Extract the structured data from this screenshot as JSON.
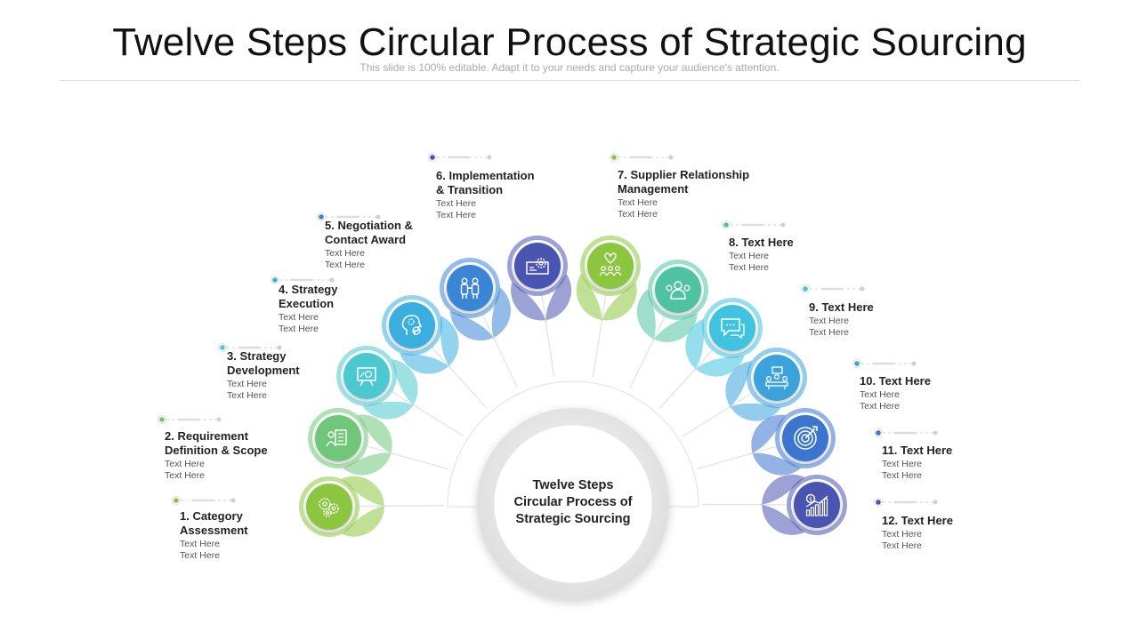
{
  "title": "Twelve Steps Circular Process of Strategic Sourcing",
  "subtitle": "This slide is 100% editable. Adapt it to your needs and capture your audience's attention.",
  "center_label": "Twelve Steps\nCircular Process of\nStrategic Sourcing",
  "colors": {
    "green": "#8cc63f",
    "teal": "#4fc3a1",
    "cyan": "#3fc3de",
    "blue": "#3a8fd9",
    "navy": "#4a55b0"
  },
  "steps": [
    {
      "title": "1. Category\nAssessment",
      "lines": [
        "Text Here",
        "Text Here"
      ],
      "icon": "gear-cluster-icon",
      "color": "#8cc63f"
    },
    {
      "title": "2. Requirement\nDefinition & Scope",
      "lines": [
        "Text Here",
        "Text Here"
      ],
      "icon": "person-checklist-icon",
      "color": "#6fc779"
    },
    {
      "title": "3. Strategy\nDevelopment",
      "lines": [
        "Text Here",
        "Text Here"
      ],
      "icon": "presentation-board-icon",
      "color": "#4cc8d0"
    },
    {
      "title": "4. Strategy\nExecution",
      "lines": [
        "Text Here",
        "Text Here"
      ],
      "icon": "head-gears-icon",
      "color": "#3aaee0"
    },
    {
      "title": "5. Negotiation &\nContact Award",
      "lines": [
        "Text Here",
        "Text Here"
      ],
      "icon": "handshake-people-icon",
      "color": "#3a85d6"
    },
    {
      "title": "6. Implementation\n& Transition",
      "lines": [
        "Text Here",
        "Text Here"
      ],
      "icon": "gear-board-icon",
      "color": "#4a55b0"
    },
    {
      "title": "7. Supplier Relationship\nManagement",
      "lines": [
        "Text Here",
        "Text Here"
      ],
      "icon": "team-heart-icon",
      "color": "#8cc63f"
    },
    {
      "title": "8. Text Here",
      "lines": [
        "Text Here",
        "Text Here"
      ],
      "icon": "users-group-icon",
      "color": "#4fc3a1"
    },
    {
      "title": "9. Text Here",
      "lines": [
        "Text Here",
        "Text Here"
      ],
      "icon": "chat-bubbles-icon",
      "color": "#3fc3de"
    },
    {
      "title": "10. Text Here",
      "lines": [
        "Text Here",
        "Text Here"
      ],
      "icon": "meeting-icon",
      "color": "#3aa2dc"
    },
    {
      "title": "11. Text Here",
      "lines": [
        "Text Here",
        "Text Here"
      ],
      "icon": "target-icon",
      "color": "#3a75d0"
    },
    {
      "title": "12. Text Here",
      "lines": [
        "Text Here",
        "Text Here"
      ],
      "icon": "growth-chart-icon",
      "color": "#4a55b0"
    }
  ]
}
